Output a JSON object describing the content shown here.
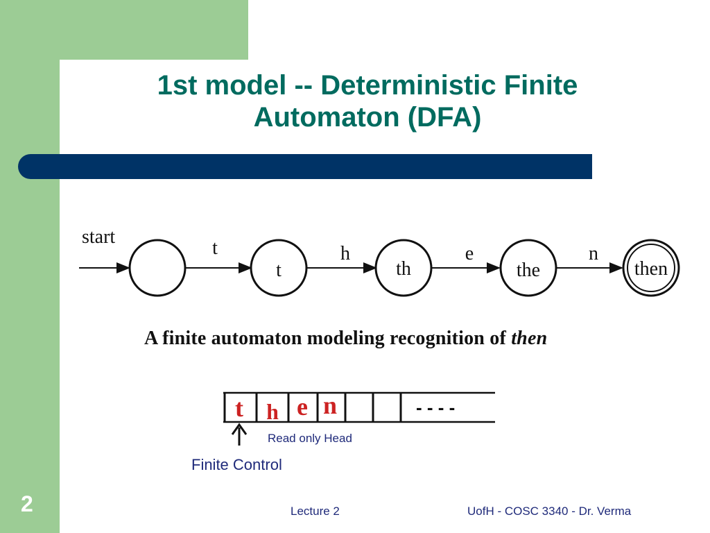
{
  "title": {
    "line1": "1st model -- Deterministic Finite",
    "line2": "Automaton (DFA)"
  },
  "diagram": {
    "start_label": "start",
    "states": [
      "",
      "t",
      "th",
      "the",
      "then"
    ],
    "accepting_state": "then",
    "transitions": [
      "t",
      "h",
      "e",
      "n"
    ]
  },
  "caption": {
    "text": "A finite automaton modeling recognition of ",
    "word": "then"
  },
  "tape": {
    "cells": [
      "t",
      "h",
      "e",
      "n",
      "",
      ""
    ],
    "continuation": "- - - -",
    "read_head_label": "Read only Head",
    "finite_control_label": "Finite Control"
  },
  "footer": {
    "slide_number": "2",
    "center": "Lecture 2",
    "right": "UofH - COSC 3340 - Dr. Verma"
  },
  "colors": {
    "title": "#006b5f",
    "green_panel": "#9ccc95",
    "bar": "#003366",
    "tape_letters": "#cc2222",
    "body_text": "#1f2a7a"
  }
}
